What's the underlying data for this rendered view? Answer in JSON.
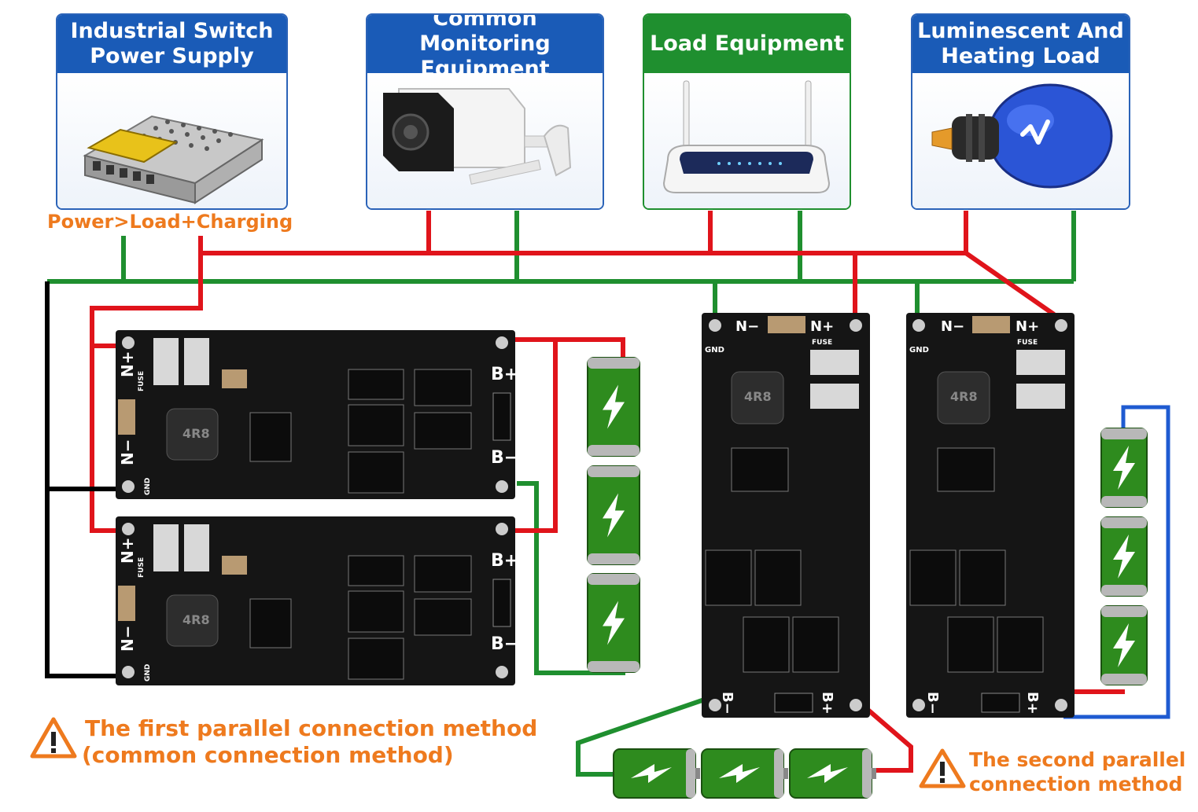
{
  "cards": [
    {
      "title": "Industrial Switch Power Supply"
    },
    {
      "title": "Common Monitoring Equipment"
    },
    {
      "title": "Load Equipment"
    },
    {
      "title": "Luminescent And Heating Load"
    }
  ],
  "power_note": "Power>Load+Charging",
  "board_labels": {
    "n_plus": "N+",
    "n_minus": "N−",
    "b_plus": "B+",
    "b_minus": "B−",
    "gnd": "GND",
    "fuse": "FUSE",
    "inductor": "4R8"
  },
  "method1": {
    "line1": "The first parallel connection method",
    "line2": "(common connection method)"
  },
  "method2": {
    "line1": "The second parallel",
    "line2": "connection method"
  },
  "colors": {
    "positive": "#e0141b",
    "negative": "#1f8f2f",
    "ground": "#000000",
    "blue": "#1f5bd1",
    "accent": "#ee7a1e",
    "card_blue": "#1a5bb7",
    "card_green": "#1f8f2f"
  },
  "icons": [
    "power-supply-icon",
    "camera-icon",
    "router-icon",
    "bulb-icon",
    "battery-icon",
    "warning-icon"
  ]
}
